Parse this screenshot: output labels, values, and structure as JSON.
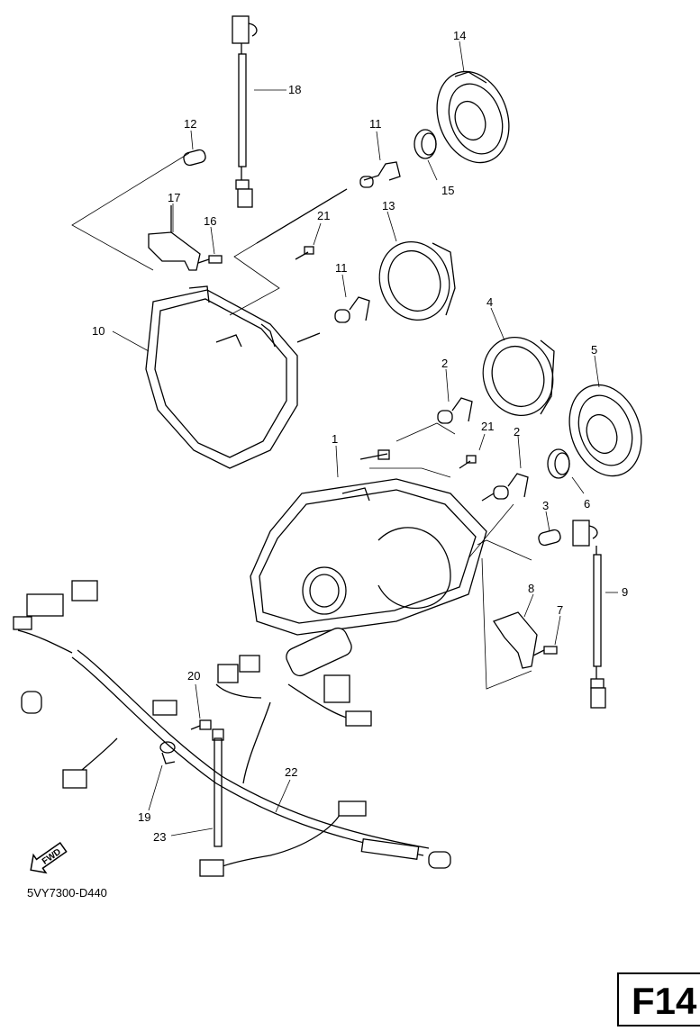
{
  "diagram": {
    "callouts": [
      "1",
      "2",
      "2",
      "3",
      "4",
      "5",
      "6",
      "7",
      "8",
      "9",
      "10",
      "11",
      "11",
      "12",
      "13",
      "14",
      "15",
      "16",
      "17",
      "18",
      "19",
      "20",
      "21",
      "21",
      "22",
      "23"
    ],
    "fwd_label": "FWD",
    "figure_code": "5VY7300-D440",
    "page_tag": "F14"
  }
}
